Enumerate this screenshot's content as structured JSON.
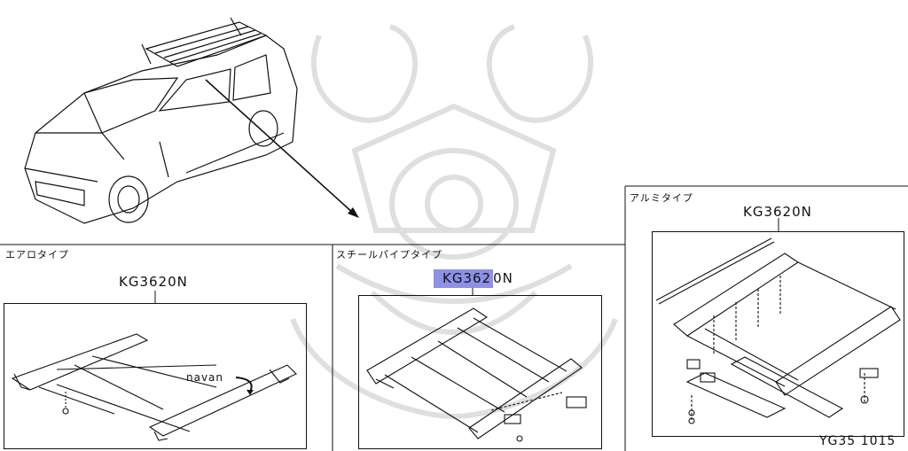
{
  "sections": {
    "aero": {
      "title": "エアロタイプ",
      "part_no": "KG3620N"
    },
    "steel": {
      "title": "スチールパイプタイプ",
      "part_no_highlight": "KG362",
      "part_no_rest": "0N"
    },
    "alumi": {
      "title": "アルミタイプ",
      "part_no": "KG3620N"
    }
  },
  "callouts": {
    "navan": "navan"
  },
  "figure_code": "YG35 1015",
  "colors": {
    "line": "#111111",
    "highlight": "#8e90e6",
    "watermark": "#d8d8d8"
  }
}
